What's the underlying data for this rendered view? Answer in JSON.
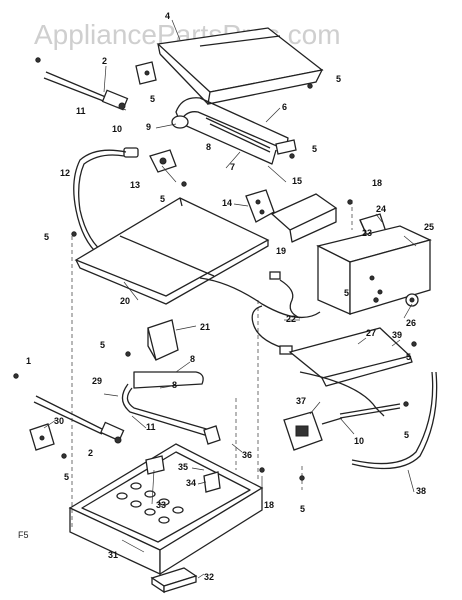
{
  "watermark": "AppliancePartsPros.com",
  "figure_label": "F5",
  "callouts": {
    "c1": "1",
    "c2a": "2",
    "c2b": "2",
    "c4": "4",
    "c5a": "5",
    "c5b": "5",
    "c5c": "5",
    "c5d": "5",
    "c5e": "5",
    "c5f": "5",
    "c5g": "5",
    "c5h": "5",
    "c5i": "5",
    "c5j": "5",
    "c5k": "5",
    "c6": "6",
    "c7": "7",
    "c8a": "8",
    "c8b": "8",
    "c8c": "8",
    "c9": "9",
    "c10a": "10",
    "c10b": "10",
    "c11a": "11",
    "c11b": "11",
    "c12": "12",
    "c13": "13",
    "c14": "14",
    "c15": "15",
    "c18a": "18",
    "c18b": "18",
    "c19": "19",
    "c20": "20",
    "c21": "21",
    "c22": "22",
    "c23": "23",
    "c24": "24",
    "c25": "25",
    "c26": "26",
    "c27": "27",
    "c29": "29",
    "c30": "30",
    "c31": "31",
    "c32": "32",
    "c33": "33",
    "c34": "34",
    "c35": "35",
    "c36": "36",
    "c37": "37",
    "c38": "38",
    "c39": "39"
  }
}
